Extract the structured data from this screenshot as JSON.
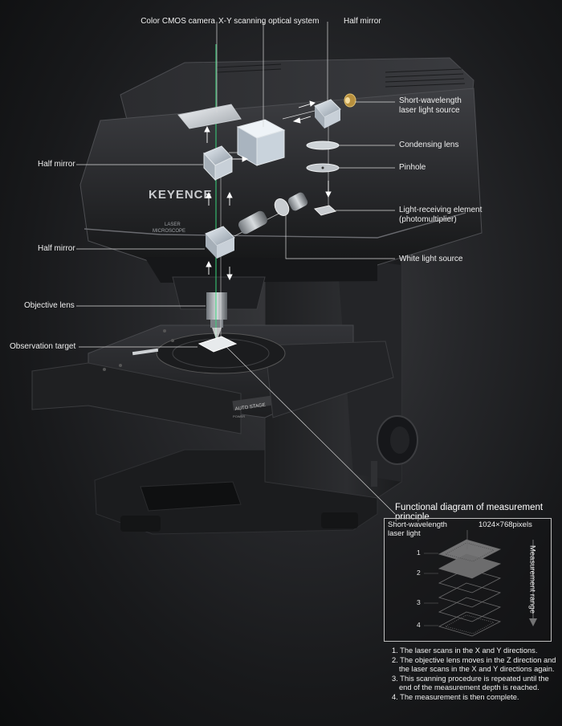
{
  "labels": {
    "color_cmos_camera": "Color CMOS camera",
    "xy_scanning_optical_system": "X-Y scanning optical system",
    "half_mirror_top": "Half mirror",
    "half_mirror_left_upper": "Half mirror",
    "half_mirror_left_lower": "Half mirror",
    "objective_lens": "Objective lens",
    "observation_target": "Observation target",
    "laser_source_line1": "Short-wavelength",
    "laser_source_line2": "laser light source",
    "condensing_lens": "Condensing lens",
    "pinhole": "Pinhole",
    "light_receiving_line1": "Light-receiving element",
    "light_receiving_line2": "(photomultiplier)",
    "white_light_source": "White light source"
  },
  "product": {
    "brand": "KEYENCE",
    "badge_line1": "LASER",
    "badge_line2": "MICROSCOPE",
    "stage_plate": "AUTO STAGE",
    "power": "POWER"
  },
  "functional_diagram": {
    "title": "Functional diagram of measurement principle",
    "laser_line1": "Short-wavelength",
    "laser_line2": "laser light",
    "pixels": "1024×768pixels",
    "layer_numbers": [
      "1",
      "2",
      "3",
      "4"
    ],
    "measurement_range": "Measurement range",
    "steps": [
      "1. The laser scans in the X and Y directions.",
      "2. The objective lens moves in the Z direction and the laser scans in the X and Y directions again.",
      "3. This scanning procedure is repeated until the end of the measurement depth is reached.",
      "4. The measurement is then complete."
    ]
  },
  "colors": {
    "background": "#1e1f21",
    "laser_beam": "#39d17a",
    "label_text": "#eeeeee"
  }
}
